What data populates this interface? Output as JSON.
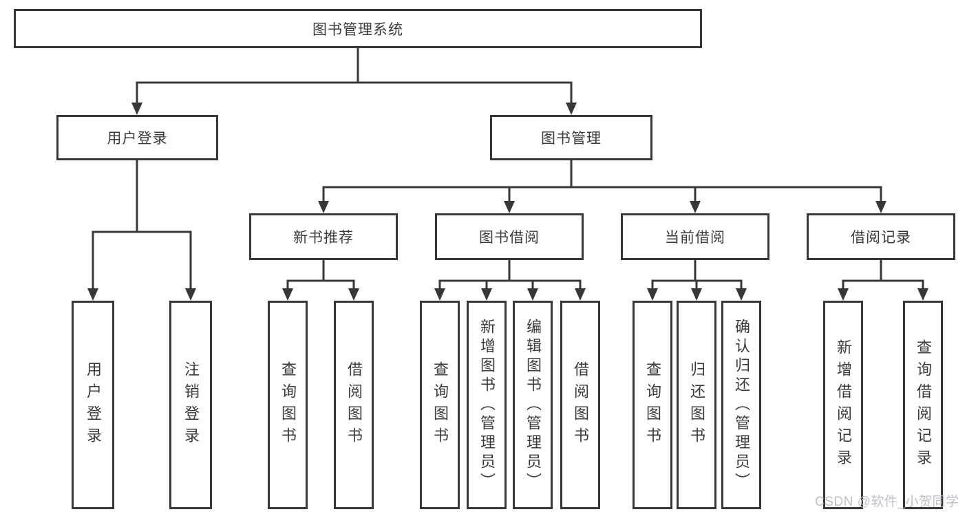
{
  "tree": {
    "label": "图书管理系统",
    "children": [
      {
        "label": "用户登录",
        "children": [
          {
            "label": "用户登录"
          },
          {
            "label": "注销登录"
          }
        ]
      },
      {
        "label": "图书管理",
        "children": [
          {
            "label": "新书推荐",
            "children": [
              {
                "label": "查询图书"
              },
              {
                "label": "借阅图书"
              }
            ]
          },
          {
            "label": "图书借阅",
            "children": [
              {
                "label": "查询图书"
              },
              {
                "label": "新增图书（管理员）"
              },
              {
                "label": "编辑图书（管理员）"
              },
              {
                "label": "借阅图书"
              }
            ]
          },
          {
            "label": "当前借阅",
            "children": [
              {
                "label": "查询图书"
              },
              {
                "label": "归还图书"
              },
              {
                "label": "确认归还（管理员）"
              }
            ]
          },
          {
            "label": "借阅记录",
            "children": [
              {
                "label": "新增借阅记录"
              },
              {
                "label": "查询借阅记录"
              }
            ]
          }
        ]
      }
    ]
  },
  "watermark": "CSDN @软件_小贺同学",
  "colors": {
    "line": "#373737",
    "text": "#3a3a3a",
    "background": "#ffffff",
    "watermark": "#bdc1c7"
  }
}
